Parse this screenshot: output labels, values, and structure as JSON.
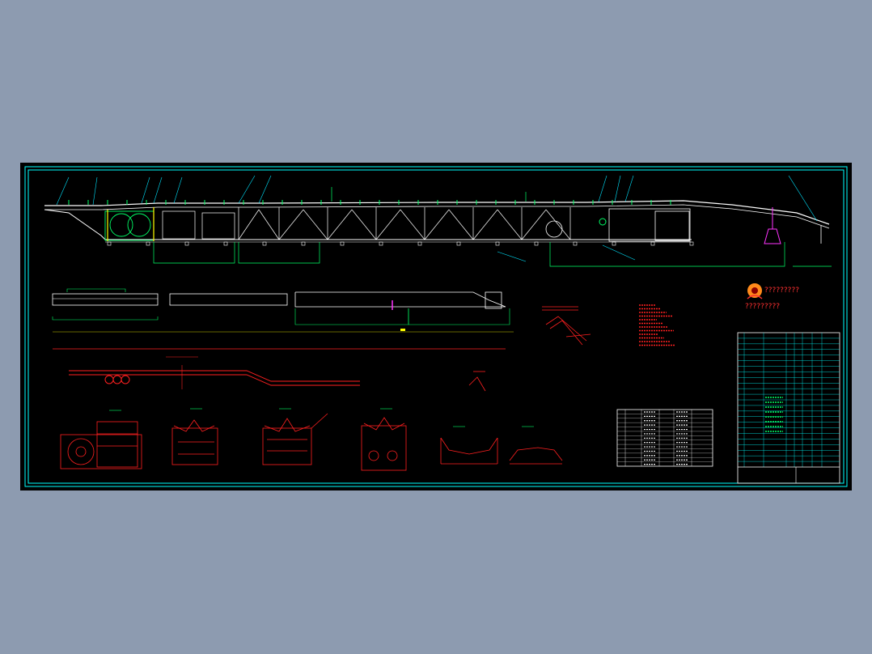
{
  "viewer": {
    "background": "#8d9bb0"
  },
  "drawing": {
    "colors": {
      "frame": "#00ffff",
      "steel": "#ffffff",
      "dimension": "#00ff66",
      "section": "#ff2020",
      "leader": "#00e5ff",
      "accent": "#ff33ff",
      "yellow": "#ffff00"
    },
    "logo": {
      "caption_top": "?????????",
      "caption_bottom": "?????????",
      "icon": "phoenix-logo-icon"
    },
    "title_block": {
      "title": "",
      "rows": 24
    },
    "parts_list": {
      "rows": 13
    },
    "notes": {
      "lines": 12
    }
  }
}
